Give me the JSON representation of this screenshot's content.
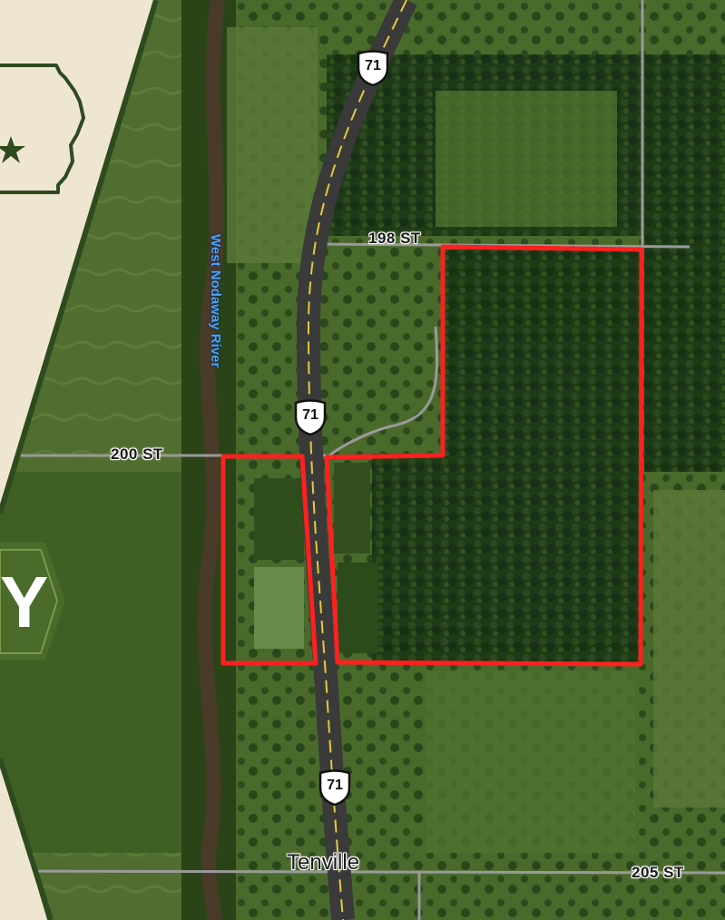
{
  "colors": {
    "boundary": "#ff2020",
    "panel": "#efe6d2",
    "panel_border": "#2f4a1f",
    "badge": "#4a6b2a",
    "river_label": "#4da3ff"
  },
  "roads": {
    "st198": "198 ST",
    "st200": "200 ST",
    "st205": "205 ST"
  },
  "highway": {
    "shield_north": "71",
    "shield_middle": "71",
    "shield_south": "71"
  },
  "river": {
    "name": "West Nodaway River"
  },
  "town": {
    "name": "Tenville"
  },
  "badge": {
    "letter": "Y"
  },
  "icons": {
    "state_outline": "iowa-state-icon",
    "star": "star-icon",
    "shield": "us-highway-shield-icon"
  }
}
